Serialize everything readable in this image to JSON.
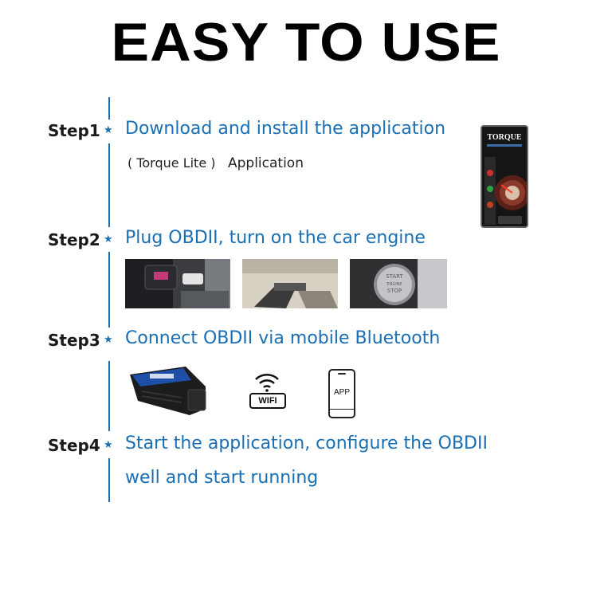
{
  "title": "EASY TO USE",
  "steps": [
    {
      "label": "Step1",
      "text": "Download and install the application"
    },
    {
      "label": "Step2",
      "text": "Plug OBDII, turn on the car engine"
    },
    {
      "label": "Step3",
      "text": "Connect OBDII via mobile Bluetooth"
    },
    {
      "label": "Step4",
      "text_line1": "Start the application, configure the OBDII",
      "text_line2": "well and start running"
    }
  ],
  "step1_sub": {
    "app_name": "( Torque Lite )",
    "app_word": "Application"
  },
  "torque_screen": {
    "title": "TORQUE"
  },
  "button_photo": {
    "line1": "START",
    "line2": "ENGINE",
    "line3": "STOP"
  },
  "wifi_icon_label": "WIFI",
  "app_icon_label": "APP",
  "accent_color": "#1a6fb4",
  "star_glyph": "★"
}
